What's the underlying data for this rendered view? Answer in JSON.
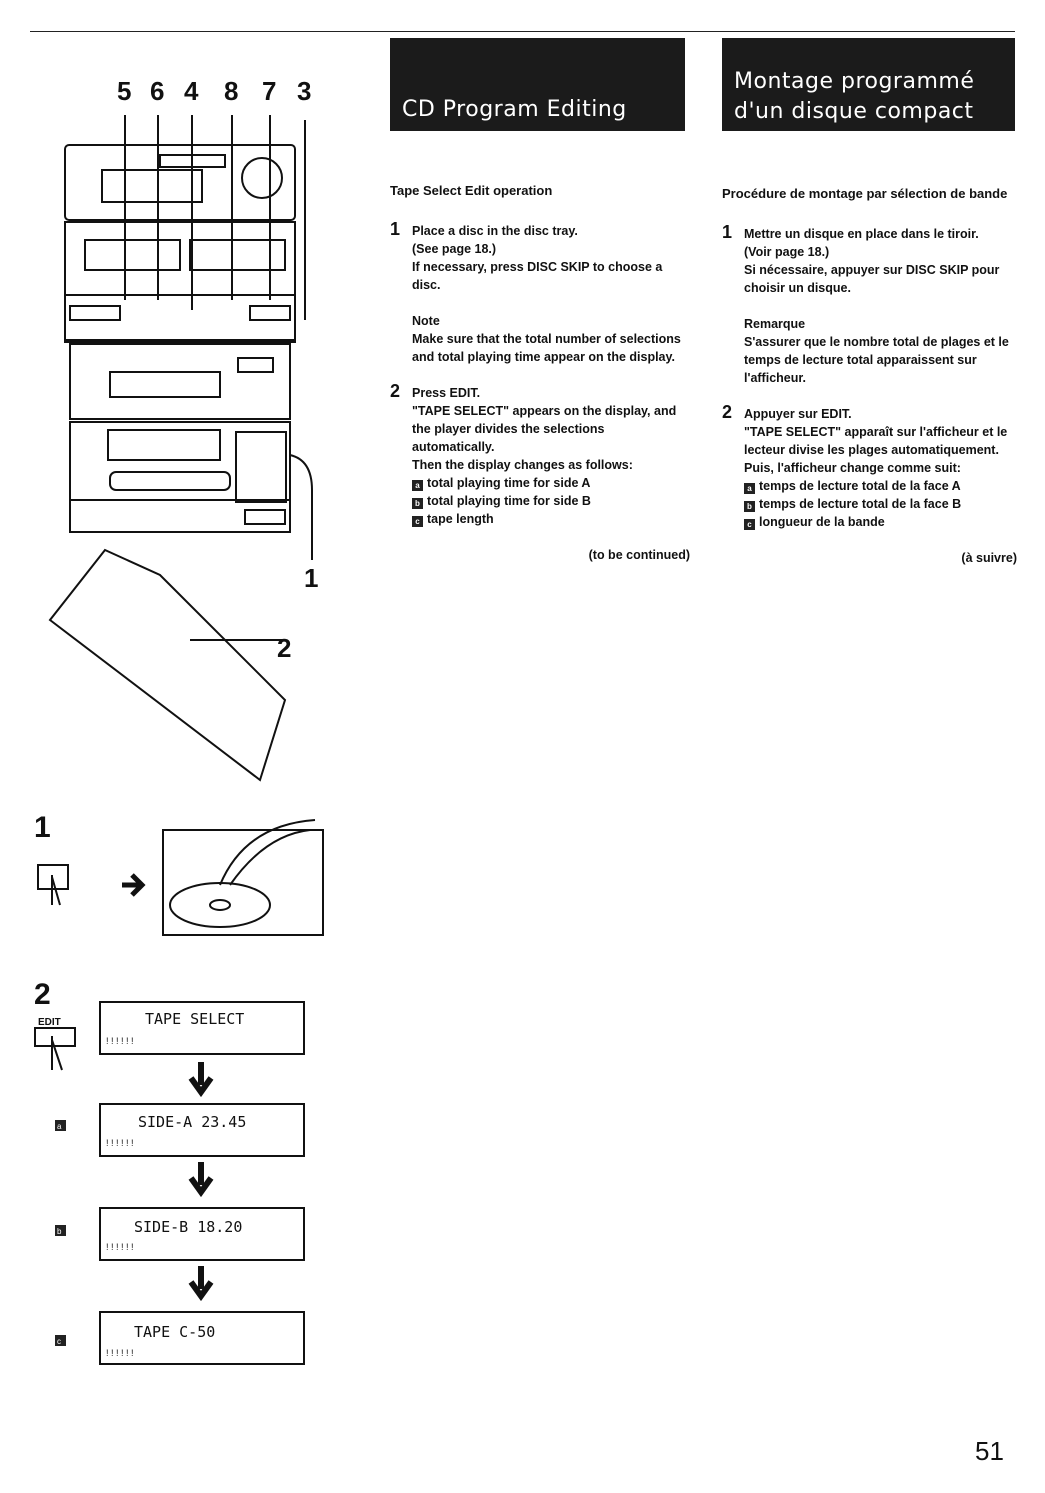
{
  "page_number": "51",
  "english": {
    "banner": "CD Program Editing",
    "heading": "Tape Select Edit operation",
    "step1_num": "1",
    "step1_title": "Place a disc in the disc tray.",
    "step1_ref": "(See page 18.)",
    "step1_body": "If necessary, press DISC SKIP to choose a disc.",
    "note_heading": "Note",
    "note_body": "Make sure that the total number of selections and total playing time appear on the display.",
    "step2_num": "2",
    "step2_title": "Press EDIT.",
    "step2_body1": "\"TAPE SELECT\" appears on the display, and the player divides the selections automatically.",
    "step2_body2": "Then the display changes as follows:",
    "list": [
      {
        "badge": "a",
        "text": "total playing time for side A"
      },
      {
        "badge": "b",
        "text": "total playing time for side B"
      },
      {
        "badge": "c",
        "text": "tape length"
      }
    ],
    "continued": "(to be continued)"
  },
  "french": {
    "banner": "Montage programmé\nd'un disque compact",
    "heading": "Procédure de montage par sélection de bande",
    "step1_num": "1",
    "step1_title": "Mettre un disque en place dans le tiroir.",
    "step1_ref": "(Voir page 18.)",
    "step1_body": "Si nécessaire, appuyer sur DISC SKIP pour choisir un disque.",
    "note_heading": "Remarque",
    "note_body": "S'assurer que le nombre total de plages et le temps de lecture total apparaissent sur l'afficheur.",
    "step2_num": "2",
    "step2_title": "Appuyer sur EDIT.",
    "step2_body1": "\"TAPE SELECT\" apparaît sur l'afficheur et le lecteur divise les plages automatiquement.",
    "step2_body2": "Puis, l'afficheur change comme suit:",
    "list": [
      {
        "badge": "a",
        "text": "temps de lecture total de la face A"
      },
      {
        "badge": "b",
        "text": "temps de lecture total de la face B"
      },
      {
        "badge": "c",
        "text": "longueur de la bande"
      }
    ],
    "continued": "(à suivre)"
  },
  "illustration": {
    "callouts_top": [
      "5",
      "6",
      "4",
      "8",
      "7",
      "3"
    ],
    "callout_side": "1",
    "callout_remote": "2",
    "step1_label": "1",
    "step2_label": "2",
    "edit_key": "EDIT",
    "displays": [
      {
        "badge": "",
        "text": "TAPE SELECT"
      },
      {
        "badge": "a",
        "text": "SIDE-A 23.45"
      },
      {
        "badge": "b",
        "text": "SIDE-B 18.20"
      },
      {
        "badge": "c",
        "text": "TAPE C-50"
      }
    ]
  }
}
